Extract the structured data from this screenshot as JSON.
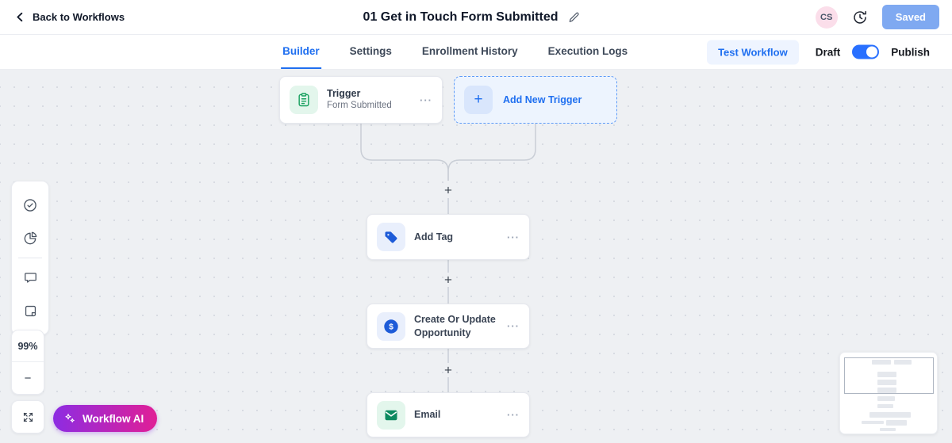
{
  "header": {
    "back_label": "Back to Workflows",
    "title": "01 Get in Touch Form Submitted",
    "avatar_initials": "CS",
    "save_button_label": "Saved"
  },
  "tabs": {
    "items": [
      {
        "label": "Builder",
        "active": true
      },
      {
        "label": "Settings",
        "active": false
      },
      {
        "label": "Enrollment History",
        "active": false
      },
      {
        "label": "Execution Logs",
        "active": false
      }
    ],
    "test_workflow_label": "Test Workflow",
    "draft_label": "Draft",
    "publish_label": "Publish",
    "publish_toggle_on": true
  },
  "canvas": {
    "zoom_level": "99%",
    "trigger_node": {
      "title": "Trigger",
      "subtitle": "Form Submitted"
    },
    "add_new_trigger_label": "Add New Trigger",
    "action_nodes": [
      {
        "label": "Add Tag",
        "icon": "tag-icon"
      },
      {
        "label": "Create Or Update Opportunity",
        "icon": "dollar-circle-icon"
      },
      {
        "label": "Email",
        "icon": "email-icon"
      }
    ]
  },
  "workflow_ai": {
    "label": "Workflow AI"
  },
  "icons": {
    "plus": "+",
    "ellipsis": "···",
    "minus": "−"
  },
  "colors": {
    "accent_blue": "#1f6ff0",
    "saved_button_blue": "#7fa9f1",
    "toggle_blue": "#2970ff",
    "trigger_green": "#17a05e",
    "email_green": "#0e8a60",
    "tag_blue": "#1d5bd8",
    "avatar_pink": "#fbdeea",
    "ai_gradient_start": "#8d2ce2",
    "ai_gradient_end": "#e01f96",
    "canvas_bg": "#eef0f3"
  }
}
